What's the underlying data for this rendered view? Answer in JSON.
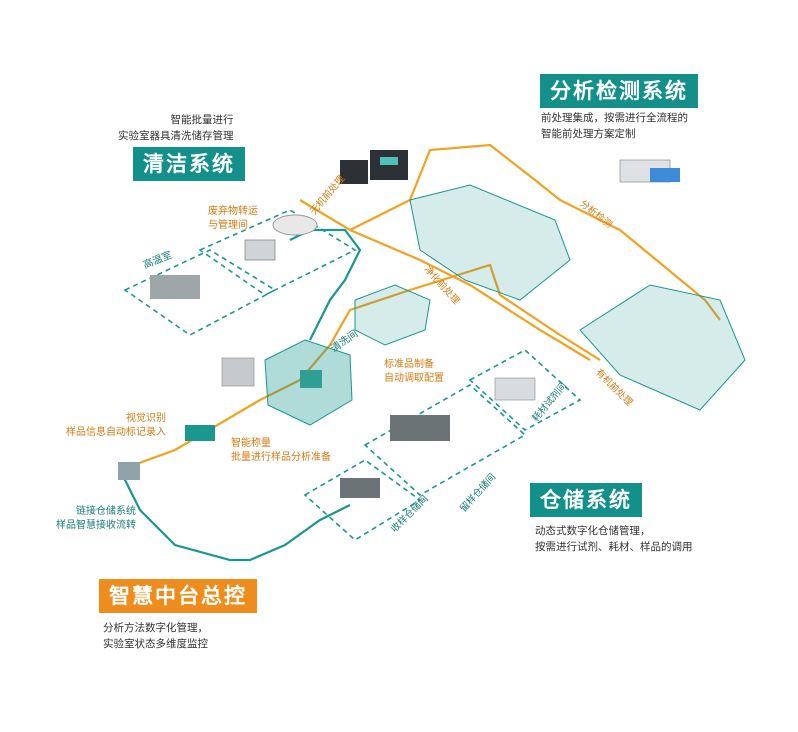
{
  "colors": {
    "teal": "#139089",
    "orange": "#ee8d1d",
    "path_orange": "#f2a120",
    "path_teal": "#1a978e",
    "dark": "#333333"
  },
  "systems": {
    "cleaning": {
      "title": "清洁系统",
      "desc": [
        "智能批量进行",
        "实验室器具清洗储存管理"
      ]
    },
    "analysis": {
      "title": "分析检测系统",
      "desc": [
        "前处理集成，按需进行全流程的",
        "智能前处理方案定制"
      ]
    },
    "storage": {
      "title": "仓储系统",
      "desc": [
        "动态式数字化仓储管理，",
        "按需进行试剂、耗材、样品的调用"
      ]
    },
    "control": {
      "title": "智慧中台总控",
      "desc": [
        "分析方法数字化管理，",
        "实验室状态多维度监控"
      ]
    }
  },
  "labels": {
    "high_temp_room": "高温室",
    "waste_room": [
      "废弃物转运",
      "与管理间"
    ],
    "washing_room": "清洗间",
    "standard_prep": [
      "标准品制备",
      "自动调取配置"
    ],
    "visual_id": [
      "视觉识别",
      "样品信息自动标记录入"
    ],
    "smart_weighing": [
      "智能称量",
      "批量进行样品分析准备"
    ],
    "link_storage": [
      "链接仓储系统",
      "样品智慧接收流转"
    ],
    "inorganic_pre": "无机前处理",
    "purification_pre": "净化前处理",
    "analysis_detect": "分析检测",
    "organic_pre": "有机前处理",
    "consumables_room": "耗材试剂间",
    "sample_retention_room": "留样仓储间",
    "sample_receiving_room": "收样仓储间"
  },
  "icons": [
    "lab-instrument-icon",
    "storage-shelf-icon",
    "robot-arm-icon",
    "centrifuge-icon"
  ]
}
